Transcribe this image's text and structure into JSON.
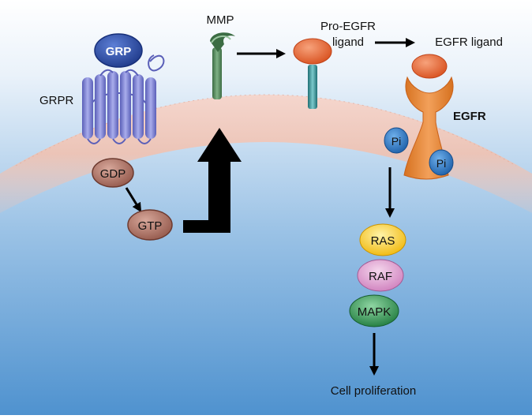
{
  "labels": {
    "grp": "GRP",
    "grpr": "GRPR",
    "gdp": "GDP",
    "gtp": "GTP",
    "mmp": "MMP",
    "pro_egfr_line1": "Pro-EGFR",
    "pro_egfr_line2": "ligand",
    "egfr_ligand": "EGFR ligand",
    "egfr": "EGFR",
    "pi": "Pi",
    "ras": "RAS",
    "raf": "RAF",
    "mapk": "MAPK",
    "cell_proliferation": "Cell proliferation"
  },
  "colors": {
    "background_top": "#ffffff",
    "background_bottom": "#4f92cf",
    "membrane": "#f0c9bc",
    "grp": "#2f4fa8",
    "grpr": "#7a7fcf",
    "gdp_gtp": "#b4786a",
    "mmp": "#4e7d55",
    "pro_ligand": "#e8673a",
    "pro_stalk": "#2e8f95",
    "egfr": "#e8893c",
    "pi": "#2f7fcf",
    "ras": "#f4c21c",
    "raf": "#d98fc6",
    "mapk": "#2e8b4e",
    "arrow": "#000000"
  }
}
